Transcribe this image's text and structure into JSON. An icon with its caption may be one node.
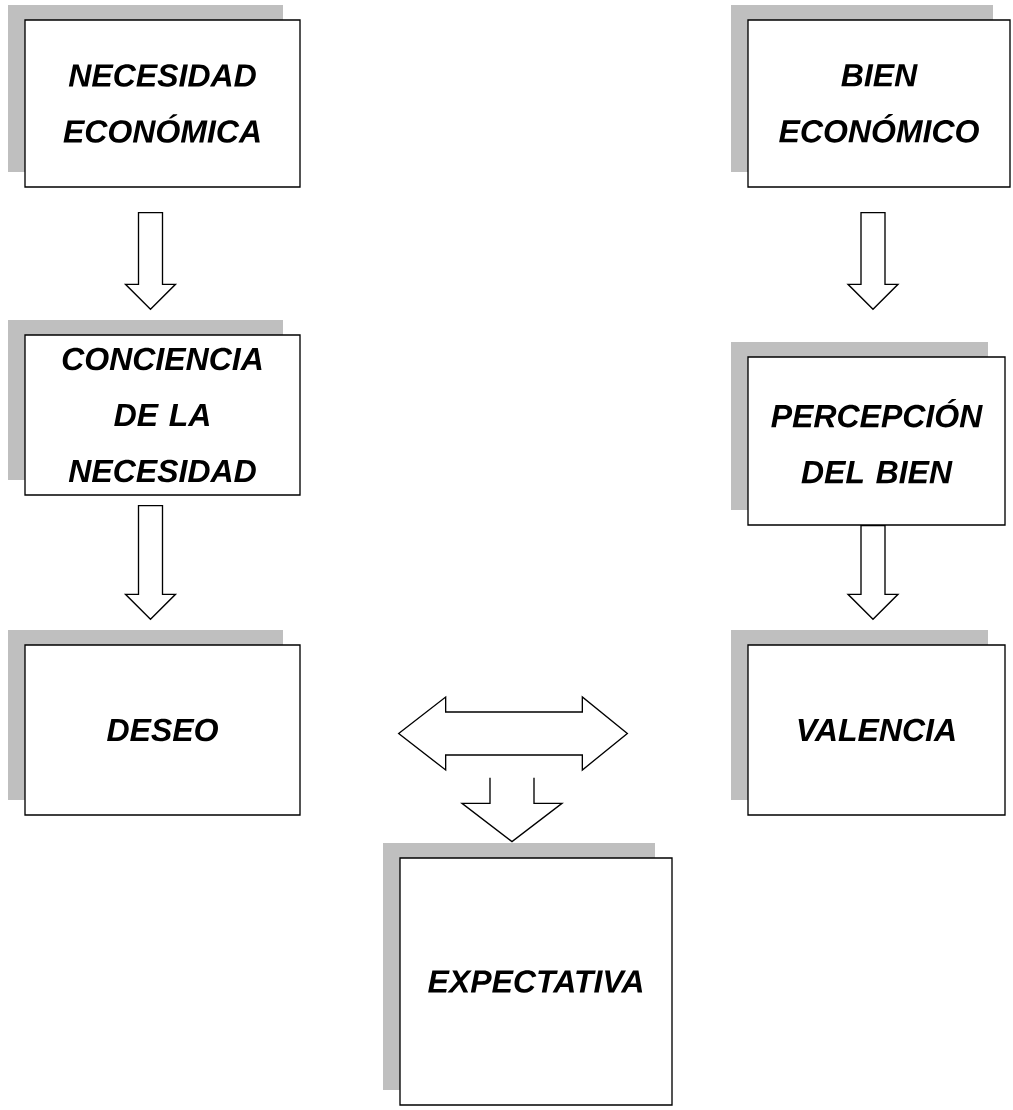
{
  "diagram": {
    "nodes": [
      {
        "text": [
          "NECESIDAD ECONÓMICA"
        ]
      },
      {
        "text": [
          "CONCIENCIA DE LA NECESIDAD"
        ]
      },
      {
        "text": [
          "DESEO"
        ]
      },
      {
        "text": [
          "BIEN ECONÓMICO"
        ]
      },
      {
        "text": [
          "PERCEPCIÓN DEL BIEN"
        ]
      },
      {
        "text": [
          "VALENCIA"
        ]
      },
      {
        "text": [
          "EXPECTATIVA"
        ]
      }
    ],
    "edges": [
      {
        "from": 0,
        "to": 1,
        "arrow": "to"
      },
      {
        "from": 1,
        "to": 2,
        "arrow": "to"
      },
      {
        "from": 3,
        "to": 4,
        "arrow": "to"
      },
      {
        "from": 4,
        "to": 5,
        "arrow": "to"
      },
      {
        "from": 2,
        "to": 5,
        "arrow": "both"
      },
      {
        "from": null,
        "to": 6,
        "arrow": "to"
      }
    ]
  }
}
